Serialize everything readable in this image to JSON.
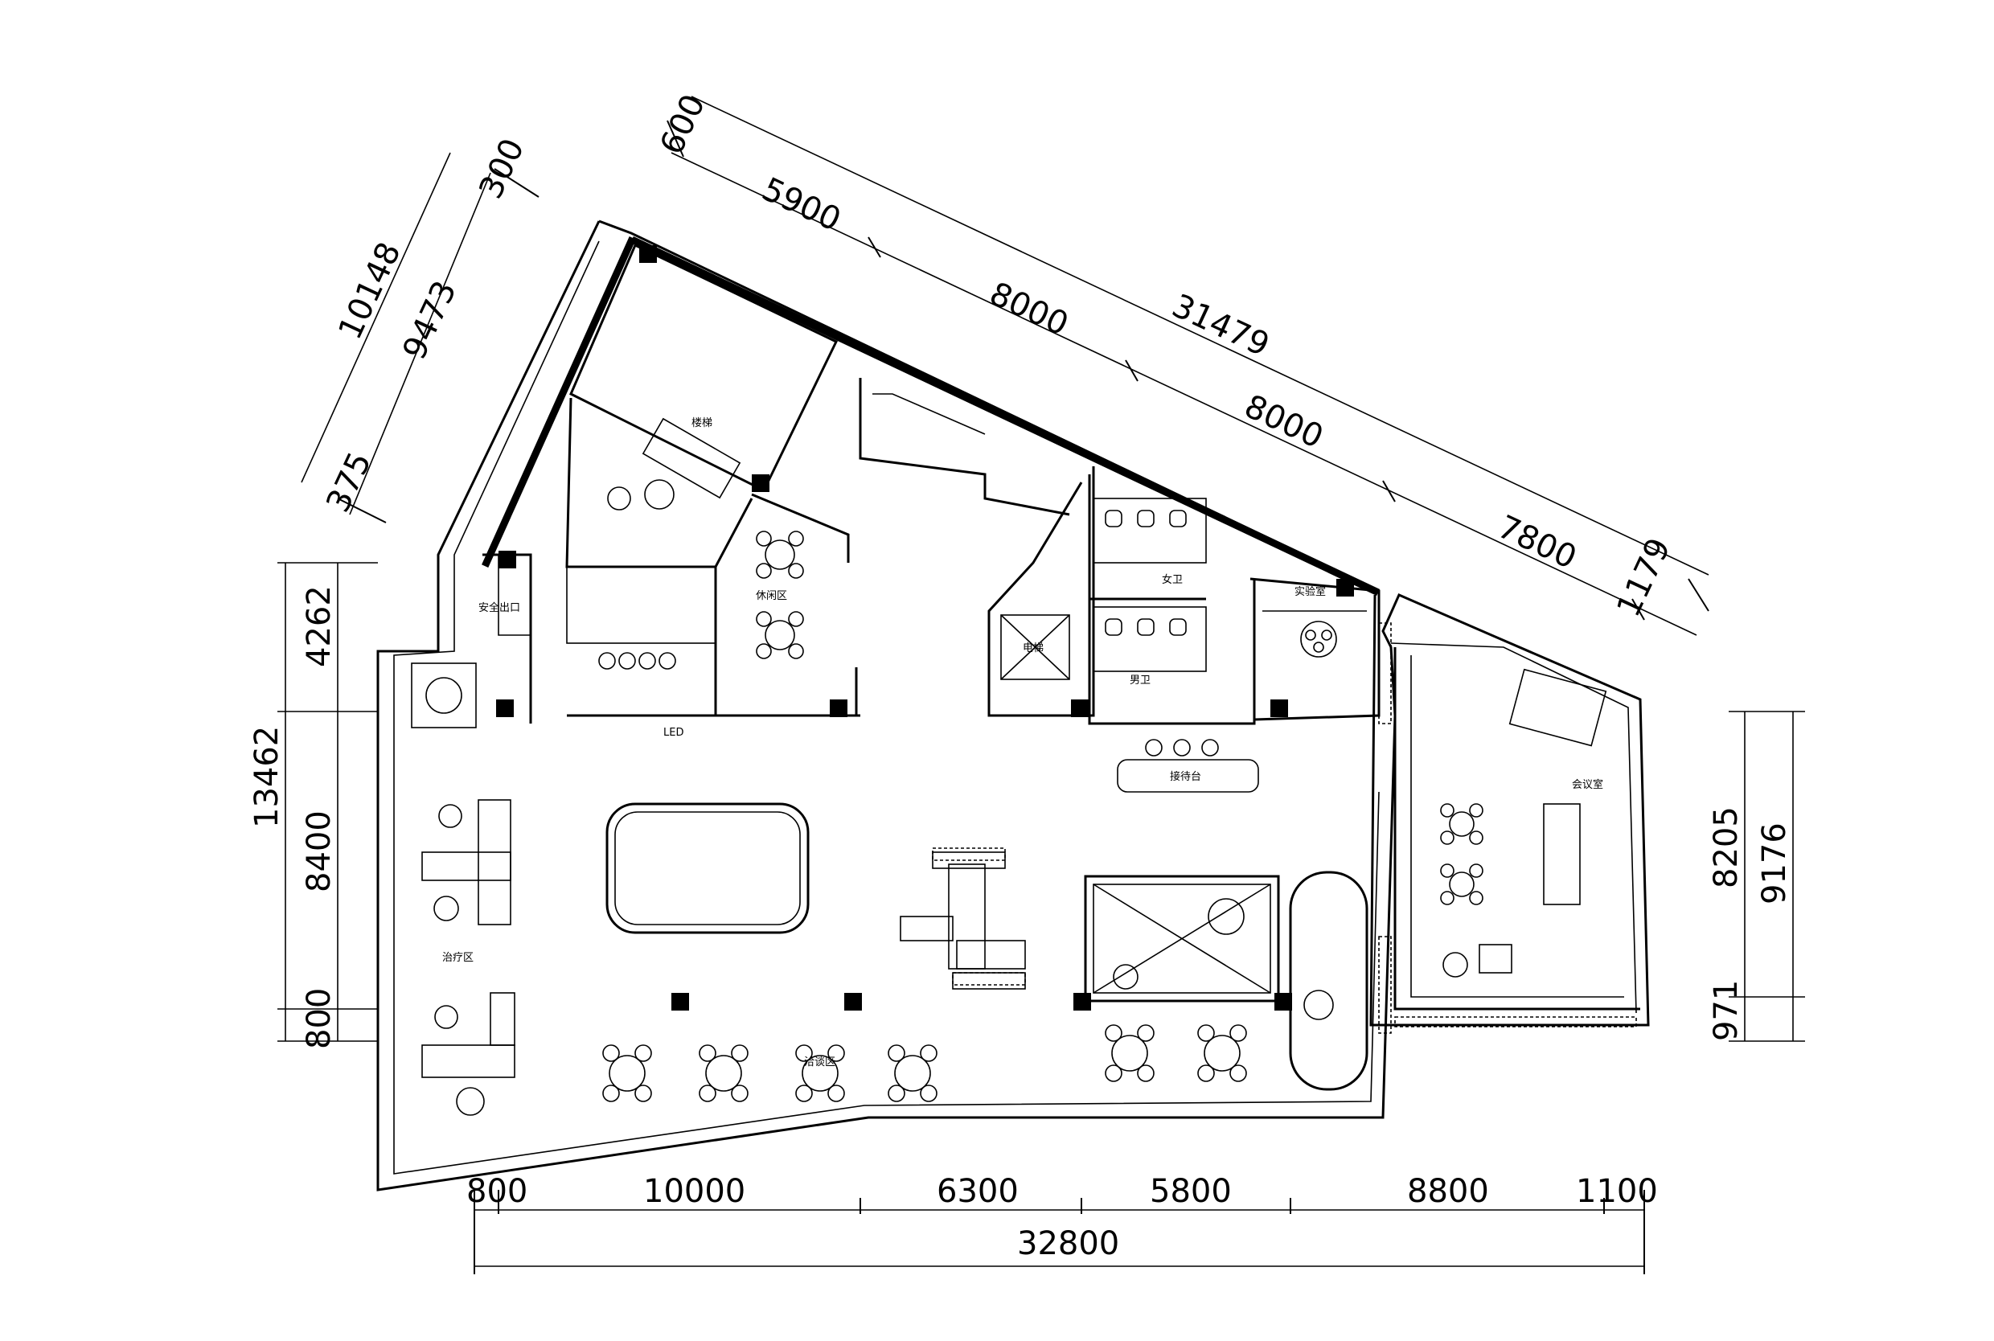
{
  "drawing": {
    "type": "floor-plan",
    "line_color": "#000000",
    "background": "#ffffff"
  },
  "dimensions": {
    "top_diagonal": [
      "600",
      "5900",
      "8000",
      "31479",
      "8000",
      "7800",
      "1179"
    ],
    "left_diagonal": [
      "10148",
      "9473",
      "300",
      "375"
    ],
    "left_vertical": [
      "4262",
      "13462",
      "8400",
      "800"
    ],
    "right_vertical": [
      "8205",
      "9176",
      "971"
    ],
    "bottom": [
      "800",
      "10000",
      "6300",
      "5800",
      "8800",
      "1100"
    ],
    "bottom_total": "32800"
  },
  "rooms": {
    "girls_toilet": "女卫",
    "boys_toilet": "男卫",
    "lab": "实验室",
    "lower_left": "治疗区",
    "center_bottom": "洽谈区",
    "reception": "接待台",
    "right_room": "会议室",
    "top_stair": "楼梯",
    "lift": "电梯",
    "lobby_small": "LED",
    "left_top_label": "安全出口",
    "mid_top_label": "休闲区"
  }
}
